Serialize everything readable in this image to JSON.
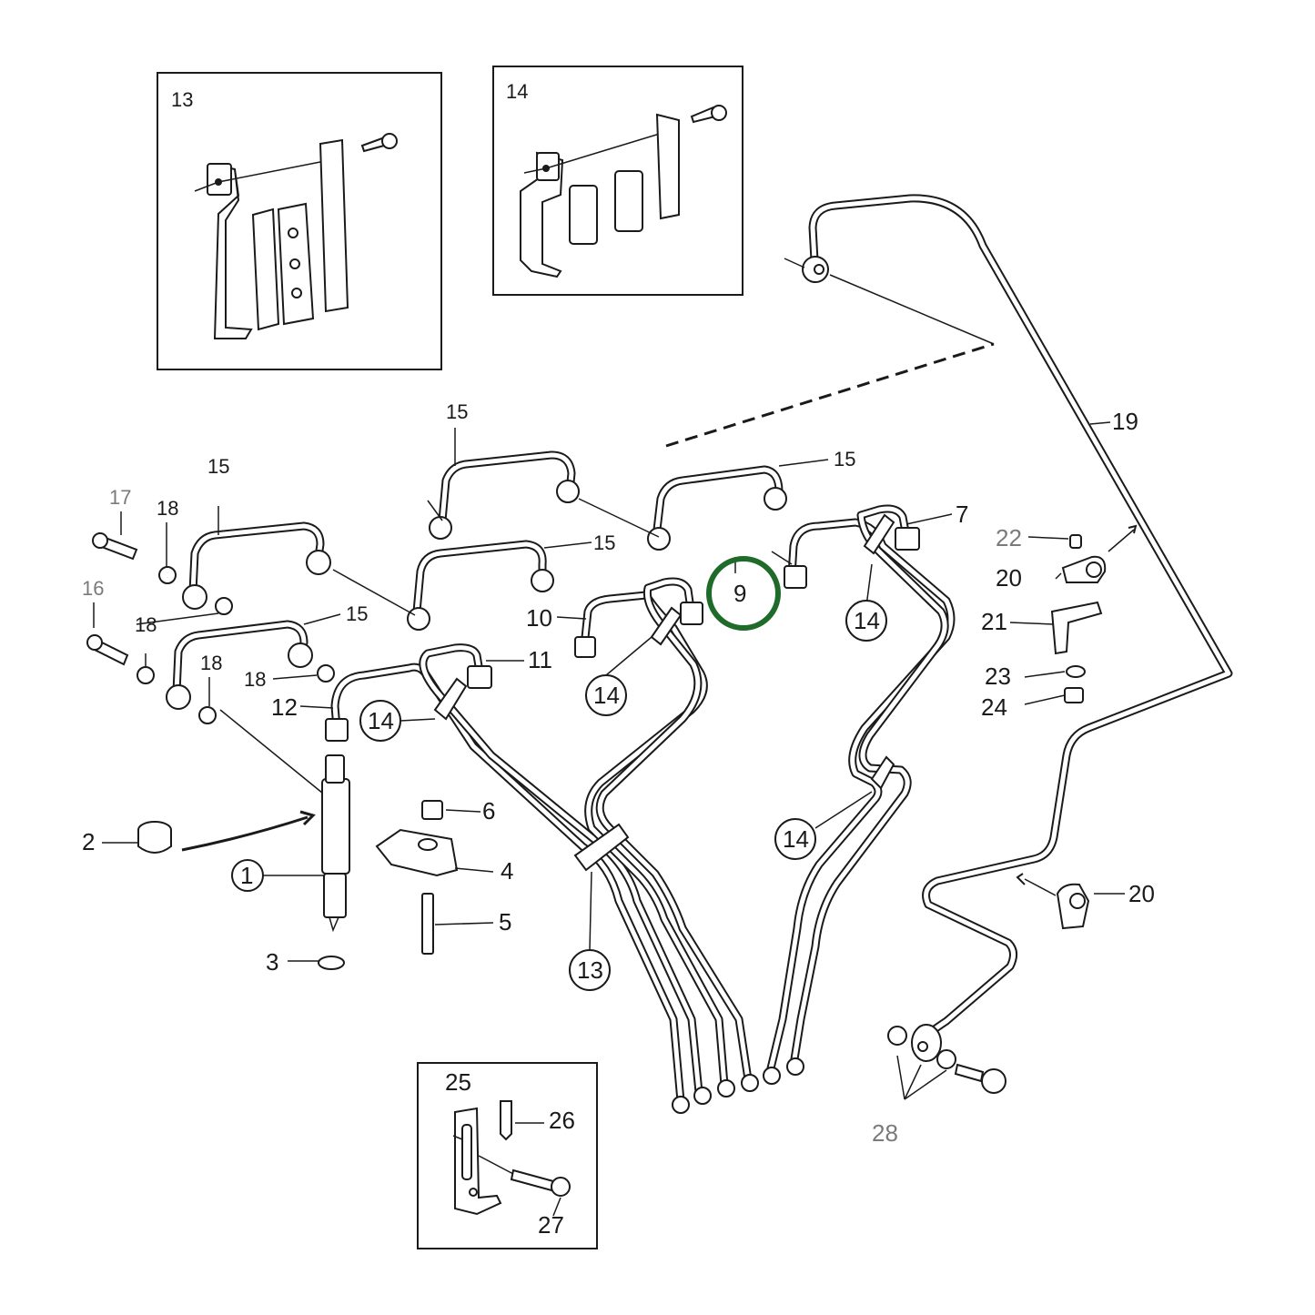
{
  "highlight_color": "#1f6b2a",
  "insets": {
    "inset_13_label": "13",
    "inset_14_label": "14",
    "inset_25_label": "25",
    "inset_26_label": "26",
    "inset_27_label": "27"
  },
  "callouts": {
    "c1": "1",
    "c2": "2",
    "c3": "3",
    "c4": "4",
    "c5": "5",
    "c6": "6",
    "c7": "7",
    "c9": "9",
    "c10": "10",
    "c11": "11",
    "c12": "12",
    "c13": "13",
    "c14a": "14",
    "c14b": "14",
    "c14c": "14",
    "c14d": "14",
    "c15a": "15",
    "c15b": "15",
    "c15c": "15",
    "c15d": "15",
    "c15e": "15",
    "c16": "16",
    "c17": "17",
    "c18a": "18",
    "c18b": "18",
    "c18c": "18",
    "c18d": "18",
    "c19": "19",
    "c20a": "20",
    "c20b": "20",
    "c21": "21",
    "c22": "22",
    "c23": "23",
    "c24": "24",
    "c28": "28"
  }
}
